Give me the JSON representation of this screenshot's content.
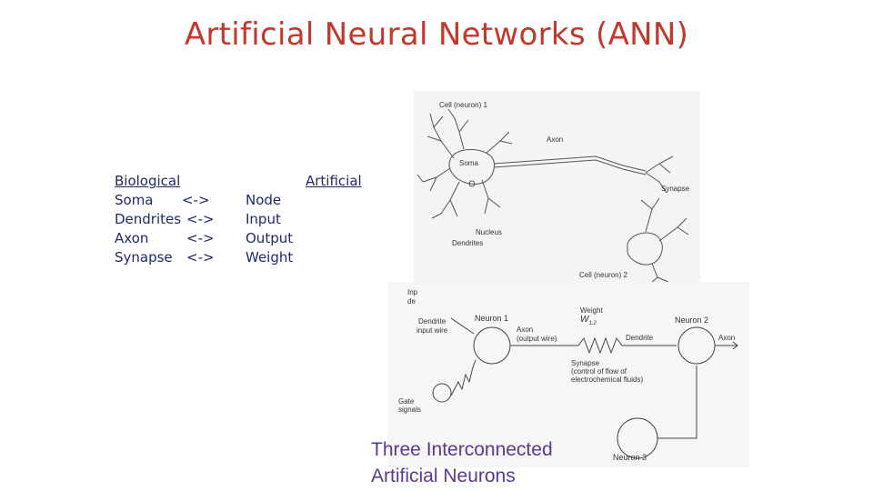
{
  "title": "Artificial Neural Networks (ANN)",
  "mapping": {
    "header_left": "Biological",
    "header_right": "Artificial",
    "rows": [
      {
        "bio": "Soma",
        "arrow": "<->",
        "art": "Node"
      },
      {
        "bio": "Dendrites",
        "arrow": "<->",
        "art": "Input"
      },
      {
        "bio": "Axon",
        "arrow": "<->",
        "art": "Output"
      },
      {
        "bio": "Synapse",
        "arrow": "<->",
        "art": "Weight"
      }
    ]
  },
  "bio_figure": {
    "cell1": "Cell (neuron) 1",
    "axon": "Axon",
    "soma": "Soma",
    "synapse": "Synapse",
    "nucleus": "Nucleus",
    "dendrites": "Dendrites",
    "cell2": "Cell (neuron) 2"
  },
  "art_figure": {
    "inp": "Inp",
    "de": "de",
    "dendrite_input": "Dendrite",
    "input_wire": "input wire",
    "neuron1": "Neuron 1",
    "weight": "Weight",
    "w": "W",
    "w_sub": "1,2",
    "neuron2": "Neuron 2",
    "axon_output": "Axon",
    "output_wire": "(output wire)",
    "dendrite": "Dendrite",
    "axon_right": "Axon",
    "synapse_line1": "Synapse",
    "synapse_line2": "(control of flow of",
    "synapse_line3": "electrochemical fluids)",
    "gate1": "Gate",
    "gate2": "signals",
    "neuron3": "Neuron 3"
  },
  "caption_line1": "Three Interconnected",
  "caption_line2": "Artificial Neurons"
}
